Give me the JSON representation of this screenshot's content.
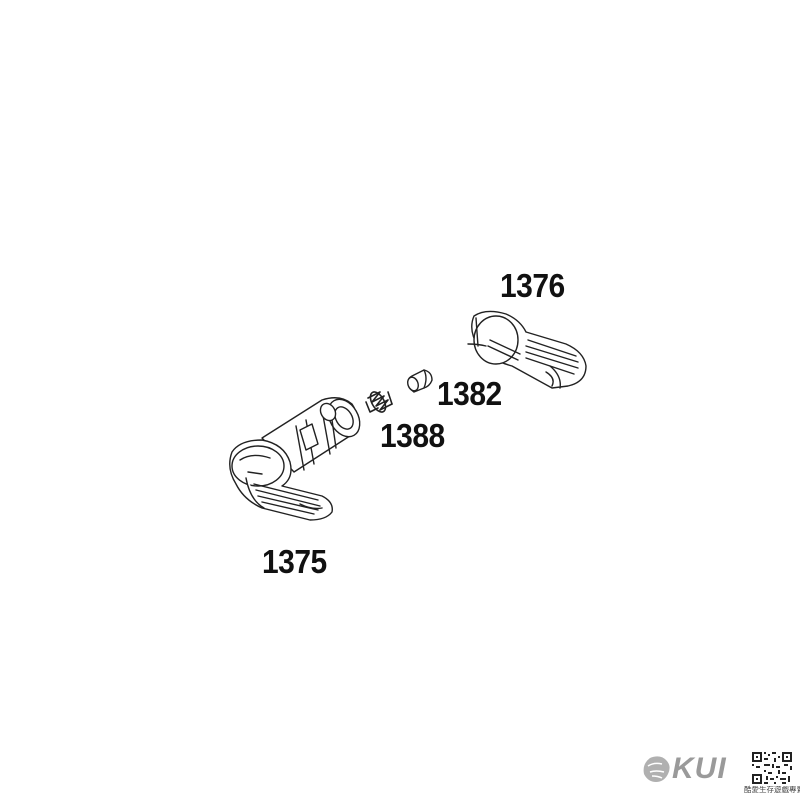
{
  "diagram": {
    "parts": [
      {
        "id": "1375",
        "label": "1375"
      },
      {
        "id": "1388",
        "label": "1388"
      },
      {
        "id": "1382",
        "label": "1382"
      },
      {
        "id": "1376",
        "label": "1376"
      }
    ]
  },
  "watermark": {
    "brand": "KUI",
    "tagline": "酷愛生存遊戲專賣"
  },
  "colors": {
    "line": "#222222",
    "label": "#111111",
    "watermark": "#9a9a9a"
  }
}
